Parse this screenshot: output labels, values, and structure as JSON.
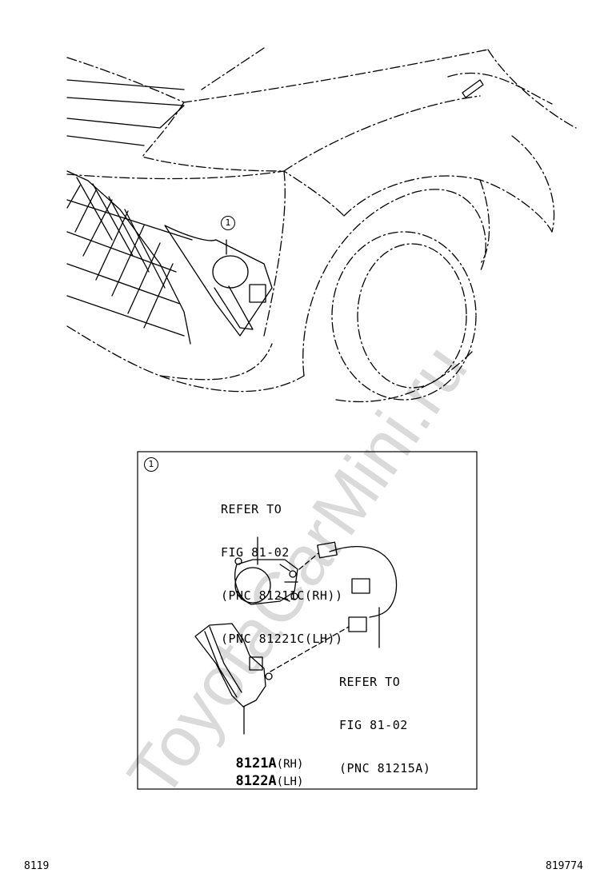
{
  "callout_marker": "1",
  "inset": {
    "refer_fog_lamp": [
      "REFER TO",
      "FIG 81-02",
      "(PNC 81211C(RH))",
      "(PNC 81221C(LH))"
    ],
    "refer_wire": [
      "REFER TO",
      "FIG 81-02",
      "(PNC 81215A)"
    ],
    "part_rh": {
      "number": "8121A",
      "side": "(RH)"
    },
    "part_lh": {
      "number": "8122A",
      "side": "(LH)"
    }
  },
  "footer": {
    "left_code": "8119",
    "right_code": "819774"
  },
  "watermark": "ToyotaCarMini.ru"
}
